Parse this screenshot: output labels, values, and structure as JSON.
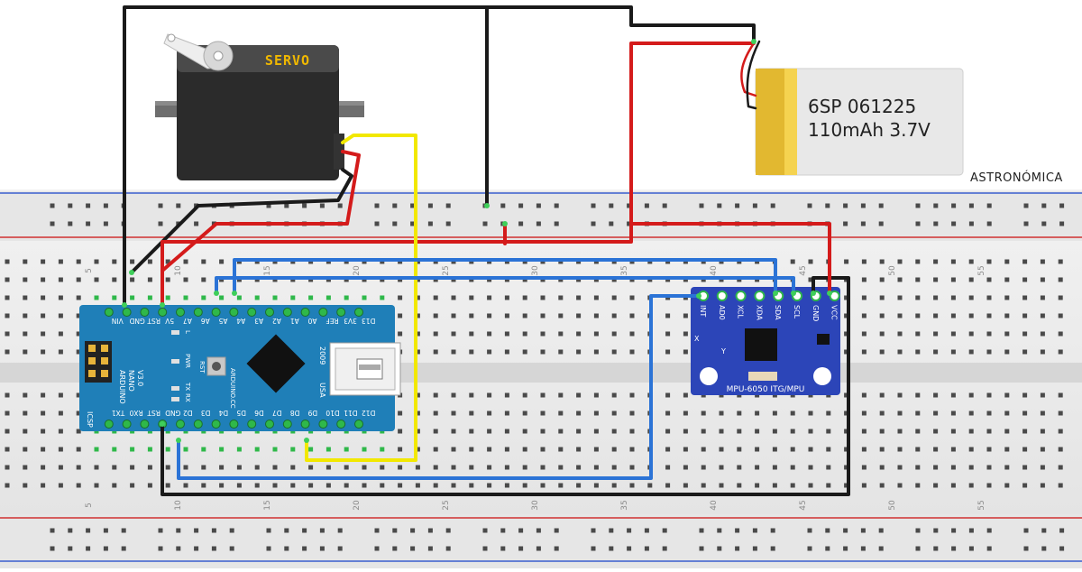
{
  "servo": {
    "label": "SERVO"
  },
  "battery": {
    "line1": "6SP 061225",
    "line2": "110mAh 3.7V"
  },
  "watermark": "ASTRONÓMICA",
  "breadboard": {
    "column_numbers": [
      "5",
      "10",
      "15",
      "20",
      "25",
      "30",
      "35",
      "40",
      "45",
      "50",
      "55"
    ]
  },
  "arduino": {
    "top_pins": [
      "D13",
      "3V3",
      "REF",
      "A0",
      "A1",
      "A2",
      "A3",
      "A4",
      "A5",
      "A6",
      "A7",
      "5V",
      "RST",
      "GND",
      "VIN"
    ],
    "bottom_pins": [
      "D12",
      "D11",
      "D10",
      "D9",
      "D8",
      "D7",
      "D6",
      "D5",
      "D4",
      "D3",
      "D2",
      "GND",
      "RST",
      "RX0",
      "TX1"
    ],
    "name": "ARDUINO",
    "nano": "NANO",
    "version": "V3.0",
    "year": "2009",
    "usa": "USA",
    "site": "ARDUINO.CC",
    "icsp": "ICSP",
    "rst": "RST",
    "pwr": "PWR",
    "l": "L",
    "tx": "TX",
    "rx": "RX"
  },
  "mpu": {
    "pins": [
      "INT",
      "AD0",
      "XCL",
      "XDA",
      "SDA",
      "SCL",
      "GND",
      "VCC"
    ],
    "label": "MPU-6050 ITG/MPU",
    "axis_x": "X",
    "axis_y": "Y"
  },
  "colors": {
    "wire_red": "#d41b1b",
    "wire_black": "#1a1a1a",
    "wire_yellow": "#f2e800",
    "wire_blue": "#2b73d6",
    "nano_board": "#1f7fb8",
    "mpu_board": "#2c45b8"
  }
}
